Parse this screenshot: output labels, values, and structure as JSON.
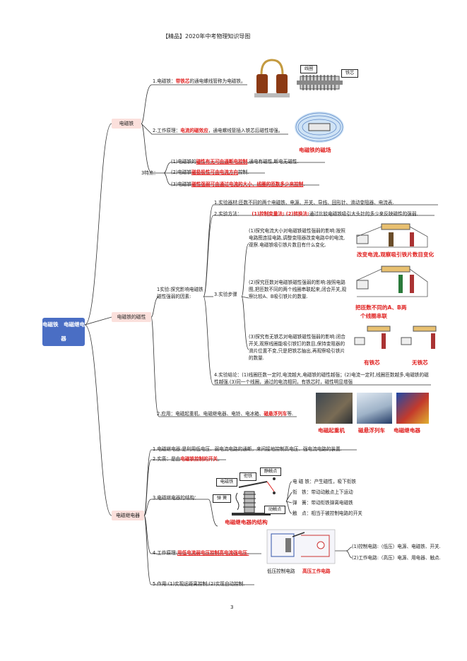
{
  "header": {
    "title": "【精品】2020年中考物理知识导图"
  },
  "footer": {
    "page_number": "3"
  },
  "root": {
    "label": "电磁铁　电磁继电器"
  },
  "branches": {
    "b1": {
      "label": "电磁铁",
      "def": {
        "prefix": "1.电磁铁：",
        "red": "带铁芯",
        "suffix": "的通电螺线管称为电磁铁。"
      },
      "principle": {
        "prefix": "2.工作原理：",
        "red": "电流的磁效应",
        "suffix": "，通电螺线管插入铁芯后磁性增强。"
      },
      "feature_label": "3特点：",
      "features": [
        {
          "prefix": "(1)电磁铁的",
          "red": "磁性有无可由通断电控制",
          "suffix": ",通电有磁性,断电无磁性."
        },
        {
          "prefix": "(2)电磁铁",
          "red": "磁极极性可由电流方向",
          "suffix": "控制."
        },
        {
          "prefix": "(3)电磁铁",
          "red": "磁性强弱可由通过电流的大小、线圈的匝数多少来控制",
          "suffix": "."
        }
      ],
      "img_labels": {
        "coil": "线圈",
        "core": "铁芯",
        "field": "电磁铁的磁场"
      }
    },
    "b2": {
      "label": "电磁铁的磁性",
      "exp_label": "1实验:探究影响电磁铁磁性强弱的因素:",
      "equip": "1.实验器材:匝数不同的两个电磁铁、电源、开关、导线、回形针、滑动变阻器、电流表.",
      "method": {
        "prefix": "2.实验方法：",
        "m1": "(1)控制变量法;",
        "m2": "(2)转换法:",
        "suffix": "通过比较电磁铁吸引大头针的多少来反映磁性的强弱."
      },
      "steps_label": "3.实验步骤",
      "steps": [
        "(1)探究电流大小对电磁铁磁性强弱的影响:按照电路图连接电路,调整变阻器改变电路中的电流,观察.电磁铁吸引铁片数目有什么变化.",
        "(2)探究匝数对电磁铁磁性强弱的影响:按照电路图,把匝数不同的两个线圈串联起来,闭合开关,观察比较A、B吸引铁片的数量.",
        "(3)探究有无铁芯对电磁铁磁性强弱的影响:闭合开关,观察线圈能吸引铁钉的数目,保持变阻器的滑片位置不变,只是把铁芯抽出,再观察吸引铁片的数量."
      ],
      "captions": {
        "c1": "改变电流,观察吸引铁片数目变化",
        "c2a": "把匝数不同的A、B两",
        "c2b": "个线圈串联",
        "c3a": "有铁芯",
        "c3b": "无铁芯"
      },
      "conclusion": "4.实验结论：(1)线圈匝数一定时,电流越大,电磁铁的磁性越强；(2)电流一定时,线圈匝数越多,电磁铁的磁性越强.(3)同一个线圈，通过的电流相同，有铁芯时，磁性明显增强",
      "app": {
        "prefix": "2.应用：电磁起重机、电磁继电器、电铃、电冰箱、",
        "red": "磁悬浮列车",
        "suffix": "等."
      },
      "app_captions": [
        "电磁起重机",
        "磁悬浮列车",
        "电磁继电器"
      ]
    },
    "b3": {
      "label": "电磁继电器",
      "def": "1.电磁继电器:是利用低电压、弱电流电路的通断，来间接地控制高电压、强电流电路的装置.",
      "essence": {
        "prefix": "2.实质：是由",
        "red": "电磁铁控制的开关",
        "suffix": "。"
      },
      "structure_label": "3.电磁继电器的结构：",
      "parts": {
        "elec": "电磁铁",
        "arm": "衔铁",
        "static": "静触点",
        "spring": "弹 簧",
        "moving": "动触点",
        "caption": "电磁继电器的结构"
      },
      "part_desc": [
        "电 磁 铁：产生磁性，吸下衔铁",
        "衔　铁：带动动触点上下运动",
        "弹　簧：带动衔铁弹离电磁铁",
        "触　点：相当于被控制电路的开关"
      ],
      "work": {
        "prefix": "4.工作原理:",
        "red": "用低电流弱电压控制高电流强电压."
      },
      "circuit_labels": {
        "low": "低压控制电路",
        "high": "高压工作电路"
      },
      "circuits": [
        "(1)控制电路:（低压）电源、电磁铁、开关.",
        "(2)工作电路:（高压）电源、用电器、触点."
      ],
      "use": "5.作用:(1)实现远距离控制;(2)实现自动控制."
    }
  },
  "colors": {
    "accent_red": "#e0201f",
    "root_blue": "#4a6ec4",
    "pill_pink": "#fbe0dc"
  }
}
